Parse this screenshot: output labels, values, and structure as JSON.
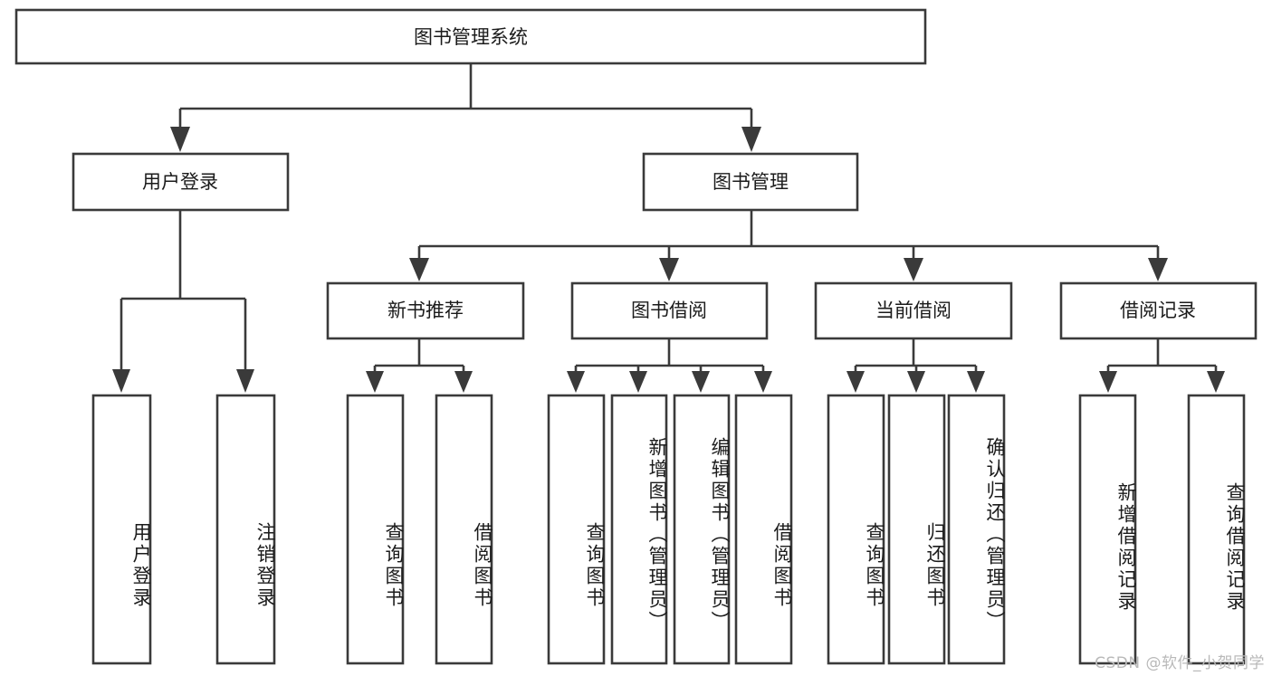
{
  "diagram": {
    "title": "图书管理系统",
    "type": "tree-hierarchy",
    "theme": {
      "background": "#ffffff",
      "stroke": "#3a3a3a",
      "text": "#1b1b1b",
      "watermark_color": "#b9b9b9"
    },
    "root": {
      "label": "图书管理系统"
    },
    "level2": [
      {
        "label": "用户登录"
      },
      {
        "label": "图书管理"
      }
    ],
    "level3": [
      {
        "label": "新书推荐"
      },
      {
        "label": "图书借阅"
      },
      {
        "label": "当前借阅"
      },
      {
        "label": "借阅记录"
      }
    ],
    "leaves": {
      "user_login": [
        {
          "label": "用户登录"
        },
        {
          "label": "注销登录"
        }
      ],
      "new_book_recommend": [
        {
          "label": "查询图书"
        },
        {
          "label": "借阅图书"
        }
      ],
      "book_borrow": [
        {
          "label": "查询图书"
        },
        {
          "label": "新增图书（管理员）"
        },
        {
          "label": "编辑图书（管理员）"
        },
        {
          "label": "借阅图书"
        }
      ],
      "current_borrow": [
        {
          "label": "查询图书"
        },
        {
          "label": "归还图书"
        },
        {
          "label": "确认归还（管理员）"
        }
      ],
      "borrow_record": [
        {
          "label": "新增借阅记录"
        },
        {
          "label": "查询借阅记录"
        }
      ]
    }
  },
  "watermark": {
    "text": "CSDN @软件_小贺同学"
  }
}
